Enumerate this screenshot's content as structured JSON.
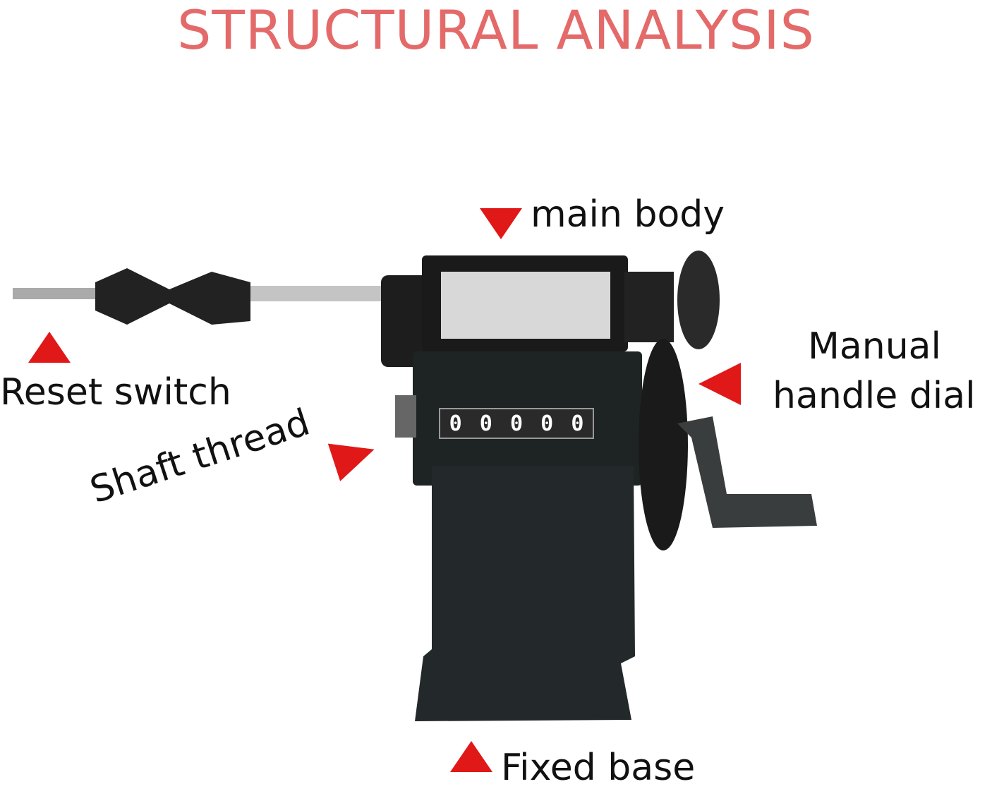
{
  "title": "STRUCTURAL ANALYSIS",
  "labels": {
    "main_body": "main body",
    "reset_switch": "Reset switch",
    "manual_handle_dial_line1": "Manual",
    "manual_handle_dial_line2": "handle dial",
    "shaft_thread": "Shaft thread",
    "fixed_base": "Fixed base"
  },
  "counter": {
    "digits": [
      "0",
      "0",
      "0",
      "0",
      "0"
    ]
  },
  "colors": {
    "title": "#e46a6a",
    "arrow": "#e01818"
  }
}
